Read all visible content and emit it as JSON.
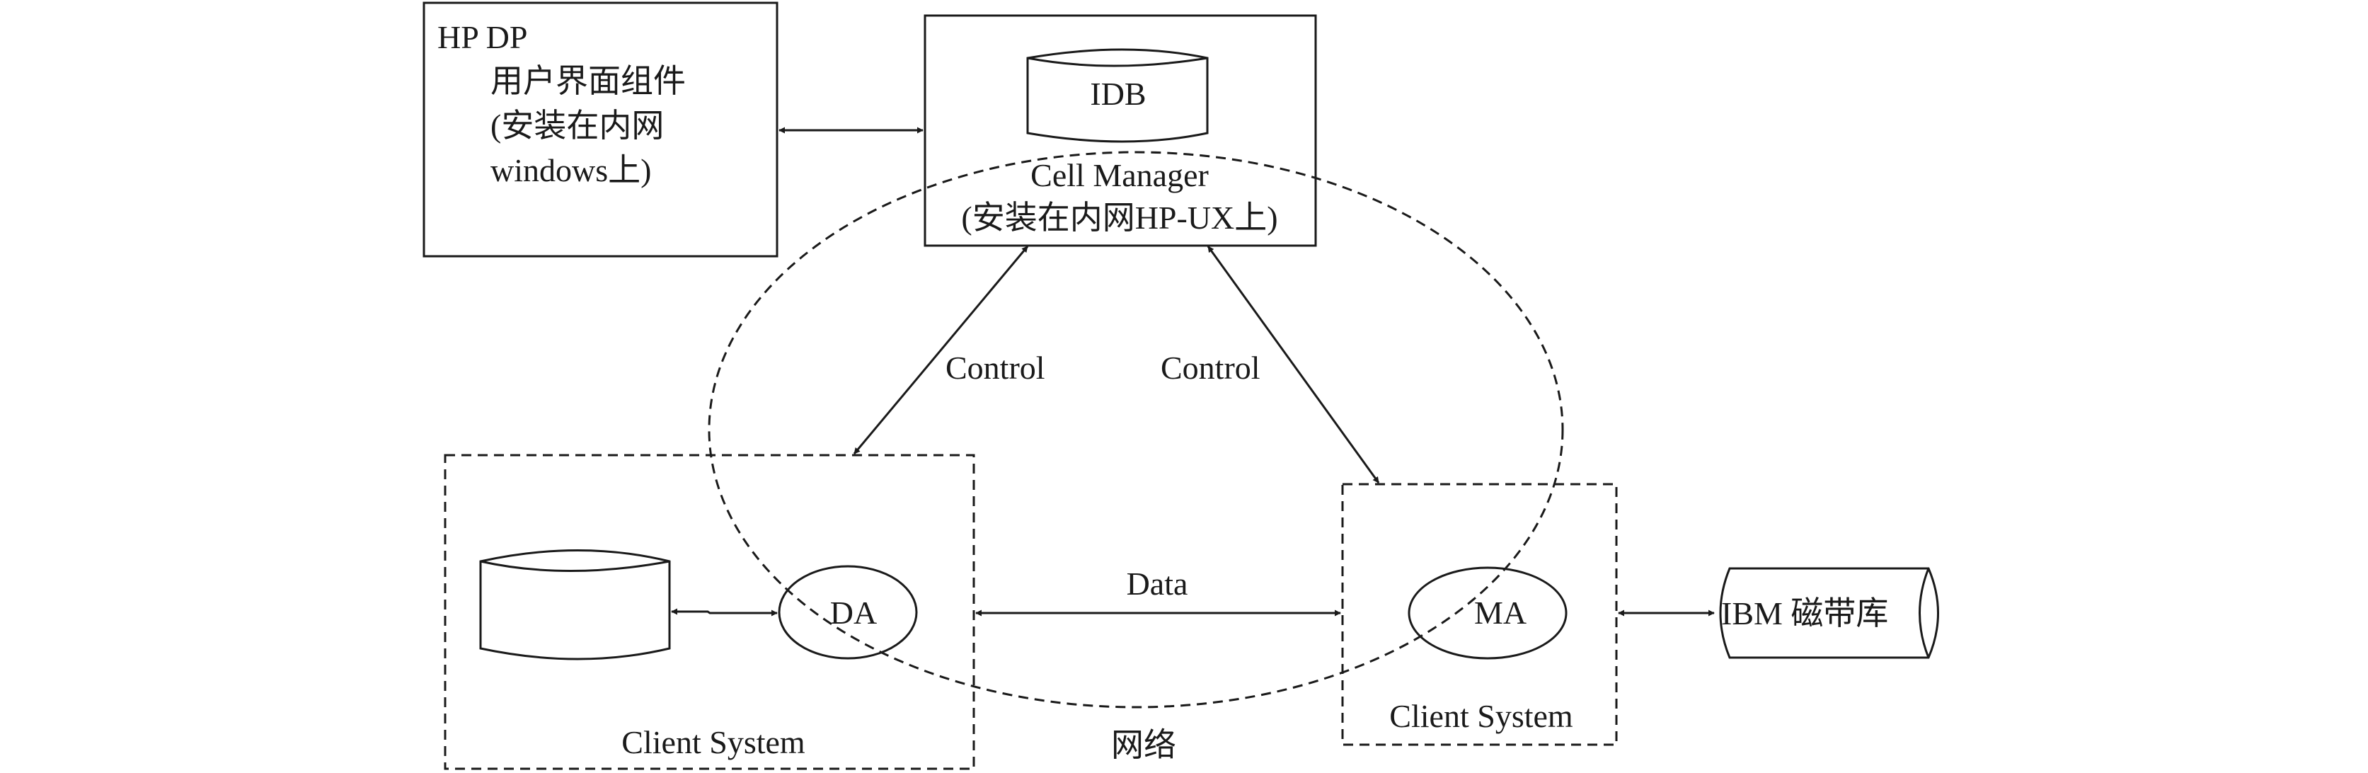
{
  "ui_box": {
    "lines": [
      "HP DP",
      "用户界面组件",
      "(安装在内网",
      "windows上)"
    ]
  },
  "cell_manager": {
    "db_label": "IDB",
    "title": "Cell Manager",
    "subtitle": "(安装在内网HP-UX上)"
  },
  "links": {
    "control_left": "Control",
    "control_right": "Control",
    "data": "Data"
  },
  "network_label": "网络",
  "client_left": {
    "agent": "DA",
    "label": "Client System"
  },
  "client_right": {
    "agent": "MA",
    "label": "Client System"
  },
  "tape_library": {
    "label": "IBM 磁带库"
  }
}
